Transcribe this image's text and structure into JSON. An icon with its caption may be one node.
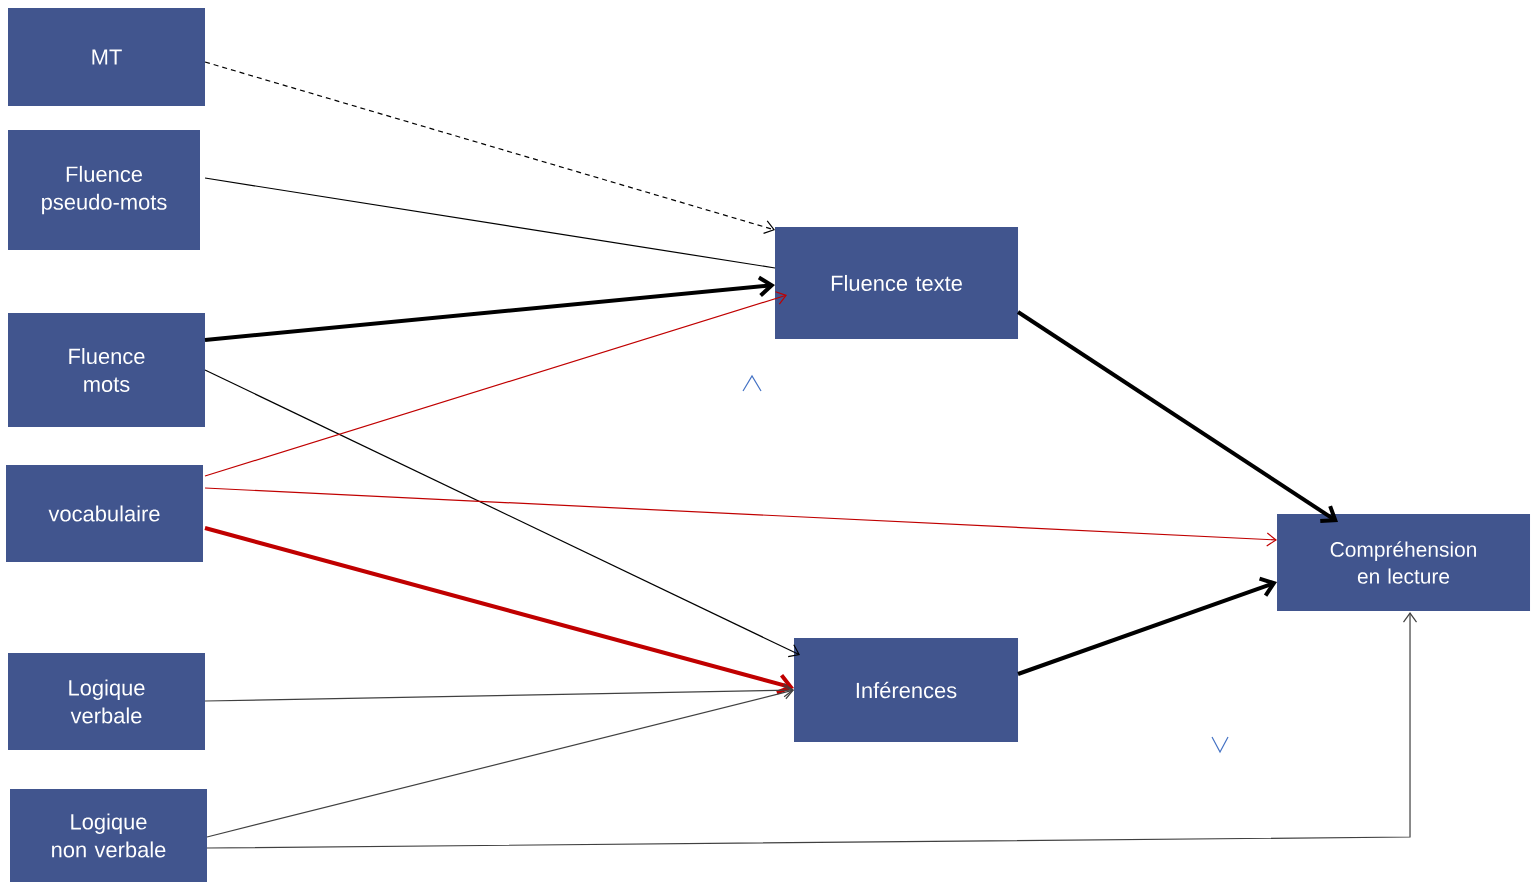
{
  "diagram": {
    "nodes": [
      {
        "text": [
          "MT"
        ]
      },
      {
        "text": [
          "Fluence pseudo-mots"
        ]
      },
      {
        "text": [
          "Fluence mots"
        ]
      },
      {
        "text": [
          "vocabulaire"
        ]
      },
      {
        "text": [
          "Logique verbale"
        ]
      },
      {
        "text": [
          "Logique non verbale"
        ]
      },
      {
        "text": [
          "Fluence texte"
        ]
      },
      {
        "text": [
          "Inférences"
        ]
      },
      {
        "text": [
          "Compréhension en lecture"
        ]
      }
    ],
    "edges": [
      {
        "from": 0,
        "to": 6,
        "arrow": "to",
        "style": "dashed"
      },
      {
        "from": 1,
        "to": 6,
        "arrow": "none"
      },
      {
        "from": 2,
        "to": 6,
        "arrow": "to",
        "style": "thick"
      },
      {
        "from": 2,
        "to": 7,
        "arrow": "to"
      },
      {
        "from": 3,
        "to": 6,
        "arrow": "to",
        "color": "#c00000"
      },
      {
        "from": 3,
        "to": 8,
        "arrow": "to",
        "color": "#c00000"
      },
      {
        "from": 3,
        "to": 7,
        "arrow": "to",
        "style": "thick",
        "color": "#c00000"
      },
      {
        "from": 4,
        "to": 7,
        "arrow": "to",
        "color": "#404040"
      },
      {
        "from": 5,
        "to": 7,
        "arrow": "to",
        "color": "#404040"
      },
      {
        "from": 5,
        "to": 8,
        "arrow": "to",
        "color": "#404040"
      },
      {
        "from": 6,
        "to": 8,
        "arrow": "to",
        "style": "thick"
      },
      {
        "from": 7,
        "to": 8,
        "arrow": "to",
        "style": "thick"
      }
    ]
  }
}
